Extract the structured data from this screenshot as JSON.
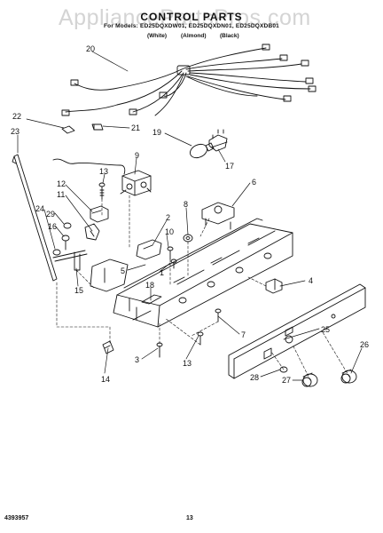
{
  "watermark": "AppliancePartsPros.com",
  "title": "CONTROL PARTS",
  "models_line": "For Models: ED25DQXDW01, ED25DQXDN01, ED25DQXDB01",
  "color_white": "(White)",
  "color_almond": "(Almond)",
  "color_black": "(Black)",
  "footer_doc_number": "4393957",
  "footer_page": "13",
  "callouts": {
    "c20": "20",
    "c22": "22",
    "c21": "21",
    "c23": "23",
    "c19": "19",
    "c17": "17",
    "c9": "9",
    "c13a": "13",
    "c12": "12",
    "c11": "11",
    "c6": "6",
    "c24": "24",
    "c29": "29",
    "c16": "16",
    "c8": "8",
    "c2": "2",
    "c10": "10",
    "c1": "1",
    "c18": "18",
    "c15": "15",
    "c5": "5",
    "c4": "4",
    "c25": "25",
    "c7": "7",
    "c3": "3",
    "c13b": "13",
    "c26": "26",
    "c14": "14",
    "c28": "28",
    "c27": "27"
  }
}
